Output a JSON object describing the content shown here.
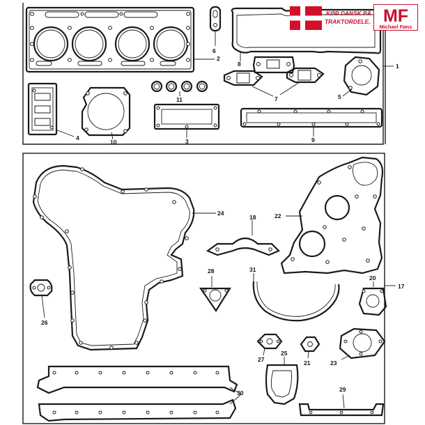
{
  "colors": {
    "flag_red": "#d3102a",
    "text_red": "#c8102e",
    "line": "#1a1a1a"
  },
  "logos": {
    "shop_line1": "KØB DANSK PÅ",
    "shop_line2": "TRAKTORDELE.DK",
    "mf_letters": "MF",
    "mf_name": "Michael Føns"
  },
  "callouts": {
    "c1": "1",
    "c2": "2",
    "c3": "3",
    "c4": "4",
    "c5": "5",
    "c6": "6",
    "c7": "7",
    "c8": "8",
    "c9": "9",
    "c10": "10",
    "c11": "11",
    "c17": "17",
    "c18": "18",
    "c20": "20",
    "c21": "21",
    "c22": "22",
    "c23": "23",
    "c24": "24",
    "c25": "25",
    "c26": "26",
    "c27": "27",
    "c28": "28",
    "c29": "29",
    "c30": "30",
    "c31": "31"
  }
}
